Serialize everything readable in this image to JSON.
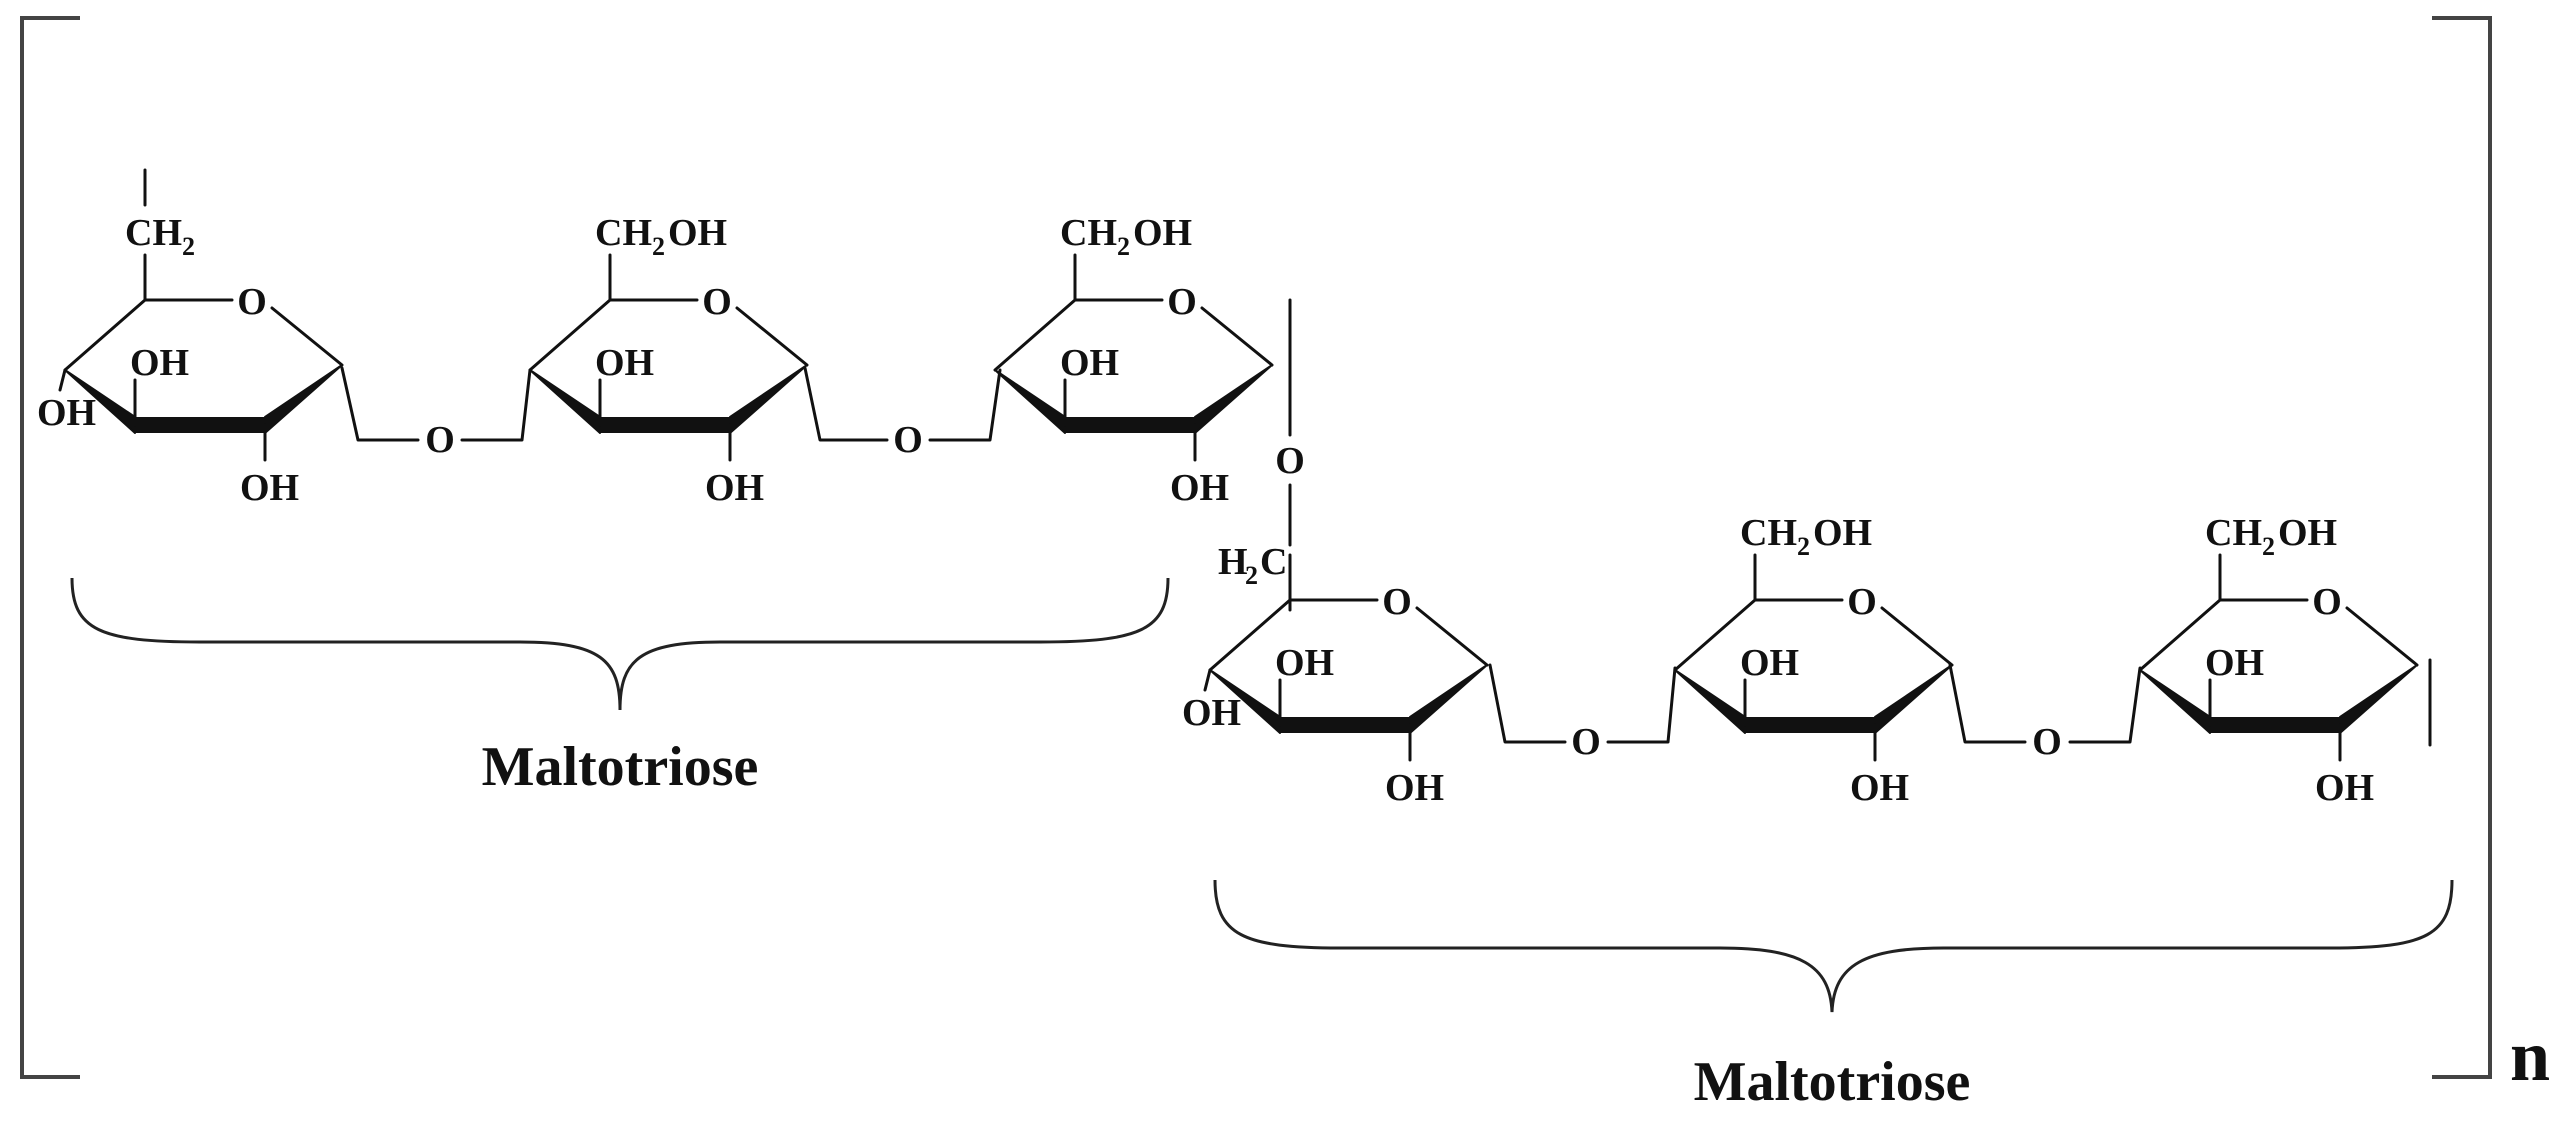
{
  "labels": {
    "oh": "OH",
    "o": "O",
    "ch2": "CH",
    "ch2oh_head": "CH",
    "ch2oh_tail": "OH",
    "h2c_h": "H",
    "h2c_c": "C",
    "sub2": "2"
  },
  "captions": {
    "left": "Maltotriose",
    "right": "Maltotriose"
  },
  "repeat_label": "n"
}
